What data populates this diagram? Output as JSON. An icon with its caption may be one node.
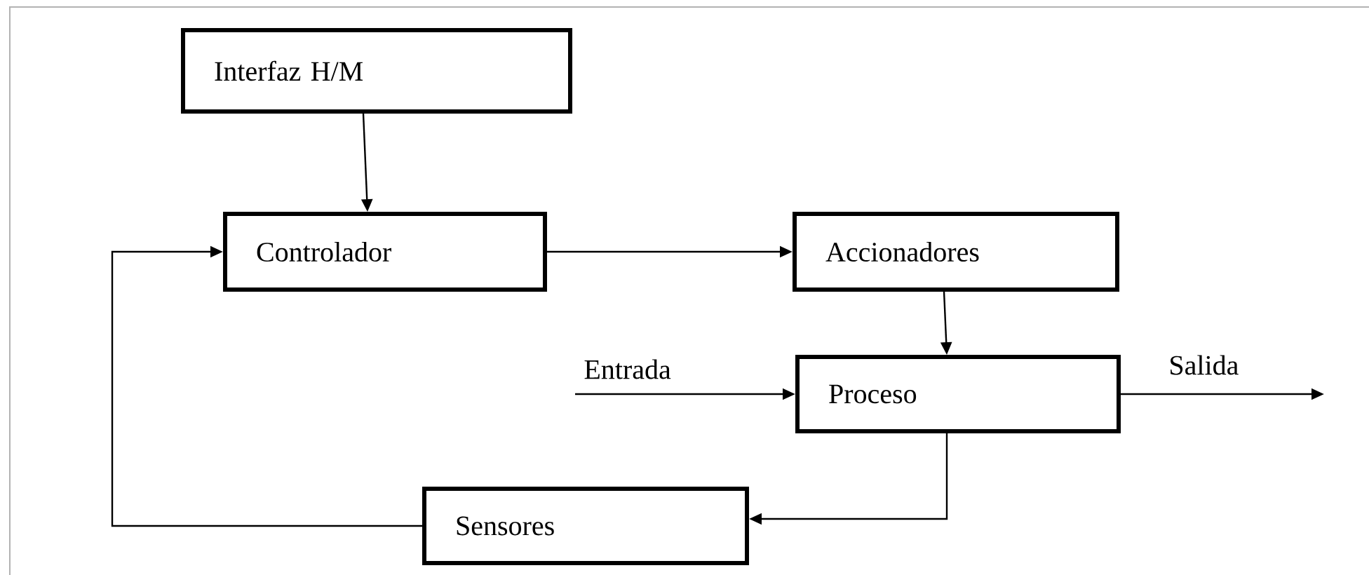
{
  "diagram": {
    "nodes": [
      {
        "text": [
          "Interfaz H/M"
        ]
      },
      {
        "text": [
          "Controlador"
        ]
      },
      {
        "text": [
          "Accionadores"
        ]
      },
      {
        "text": [
          "Proceso"
        ]
      },
      {
        "text": [
          "Sensores"
        ]
      }
    ],
    "edges": [
      {
        "from": 0,
        "to": 1,
        "arrow": "to"
      },
      {
        "from": 1,
        "to": 2,
        "arrow": "to"
      },
      {
        "from": 2,
        "to": 3,
        "arrow": "to"
      },
      {
        "from": null,
        "to": 3,
        "arrow": "to",
        "label": "Entrada"
      },
      {
        "from": 3,
        "to": null,
        "arrow": "to",
        "label": "Salida"
      },
      {
        "from": 3,
        "to": 4,
        "arrow": "to"
      },
      {
        "from": 4,
        "to": 1,
        "arrow": "to"
      }
    ]
  }
}
